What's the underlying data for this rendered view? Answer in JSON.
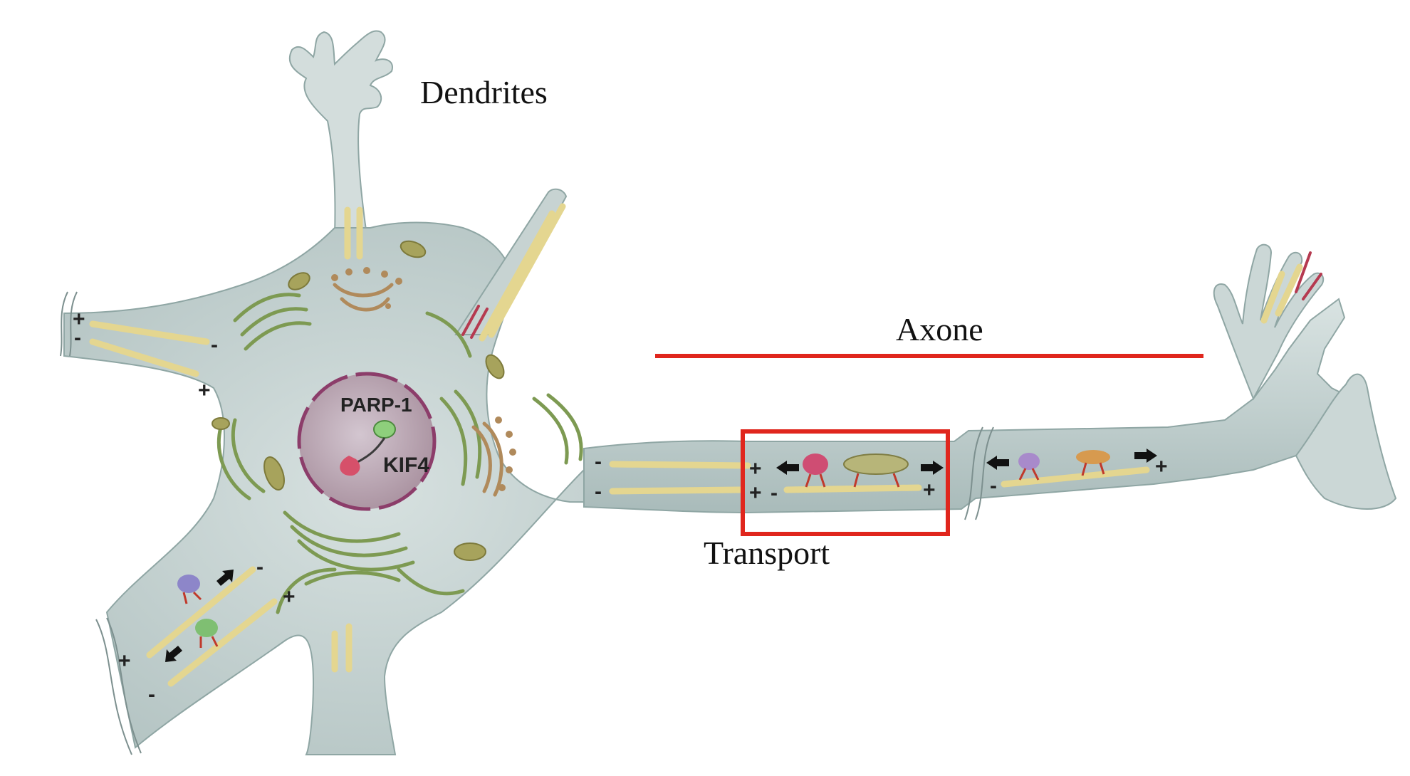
{
  "labels": {
    "dendrites": "Dendrites",
    "axone": "Axone",
    "transport": "Transport",
    "parp1": "PARP-1",
    "kif4": "KIF4"
  },
  "polarity": {
    "plus": "+",
    "minus": "-"
  },
  "colors": {
    "membrane": "#cfdad9",
    "membrane_edge": "#8fa6a4",
    "cytoplasm": "#bccbca",
    "microtubule": "#e4d690",
    "microtubule_edge": "#b9a75c",
    "nucleus": "#bfaabb",
    "nucleus_edge": "#8c3d6a",
    "organelle_green": "#7d9a52",
    "organelle_brown": "#b08a5b",
    "highlight_red": "#e0261d",
    "vesicle_pink": "#d56a9a",
    "motor_purple": "#9d83c7",
    "motor_orange": "#d79a4f",
    "motor_green": "#7fbf72",
    "motor_red": "#d6506a"
  }
}
